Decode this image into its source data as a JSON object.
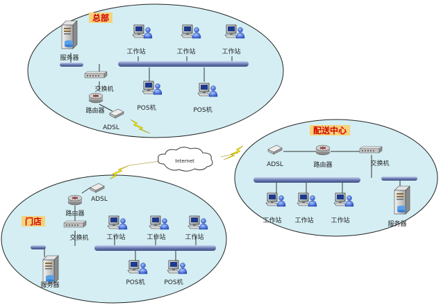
{
  "sites": {
    "hq": "总部",
    "distribution": "配送中心",
    "store": "门店"
  },
  "internet_label": "Internet",
  "labels": {
    "server": "服务器",
    "switch": "交换机",
    "router": "路由器",
    "adsl": "ADSL",
    "workstation": "工作站",
    "pos": "POS机"
  },
  "colors": {
    "site_fill": "#d4eef3",
    "bus": "#7f8fc0",
    "lightning": "#f2e600",
    "site_label_bg": "#f7d27a",
    "site_label_text": "#d00000"
  }
}
